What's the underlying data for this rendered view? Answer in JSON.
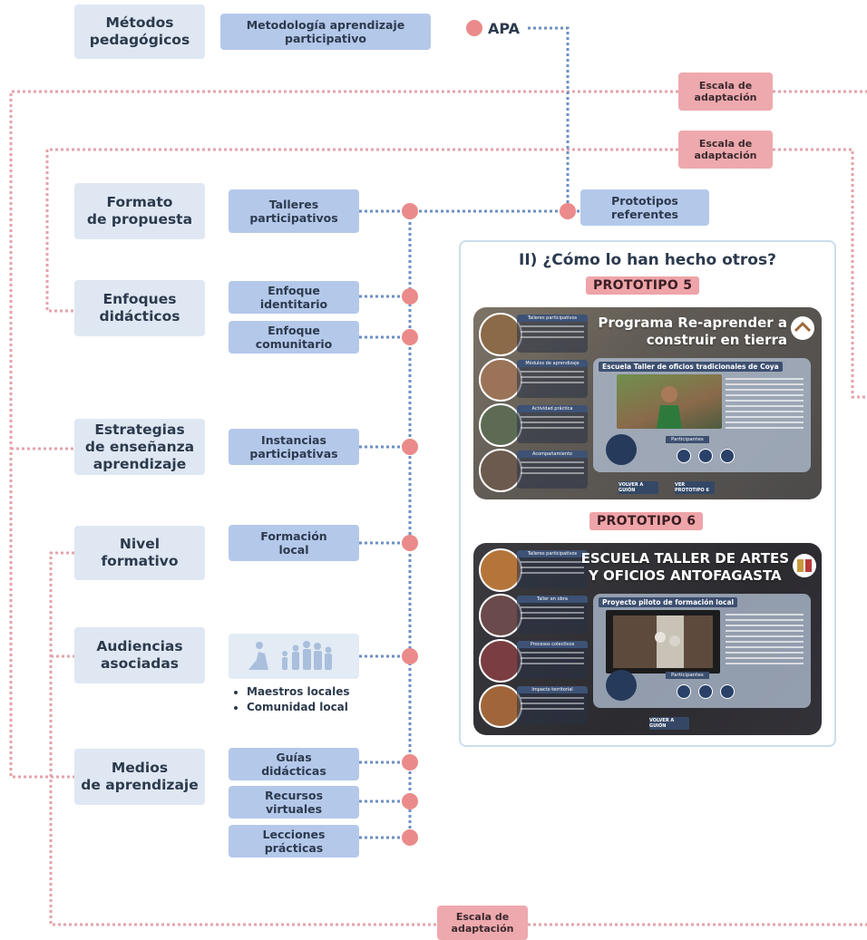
{
  "top": {
    "category": "Métodos\npedagógicos",
    "method": "Metodología aprendizaje\nparticipativo",
    "apa": "APA"
  },
  "scale_labels": [
    "Escala de\nadaptación",
    "Escala de\nadaptación",
    "Escala de\nadaptación"
  ],
  "categories": {
    "formato": "Formato\nde propuesta",
    "enfoques": "Enfoques\ndidácticos",
    "estrategias": "Estrategias\nde enseñanza\naprendizaje",
    "nivel": "Nivel\nformativo",
    "audiencias": "Audiencias\nasociadas",
    "medios": "Medios\nde aprendizaje"
  },
  "subs": {
    "talleres": "Talleres\nparticipativos",
    "identitario": "Enfoque\nidentitario",
    "comunitario": "Enfoque\ncomunitario",
    "instancias": "Instancias\nparticipativas",
    "formacion": "Formación\nlocal",
    "guias": "Guías\ndidácticas",
    "recursos": "Recursos\nvirtuales",
    "lecciones": "Lecciones\nprácticas"
  },
  "prototipos_referentes": "Prototipos\nreferentes",
  "audiences": [
    "Maestros locales",
    "Comunidad local"
  ],
  "panel": {
    "title": "II) ¿Cómo lo han hecho otros?",
    "proto5": {
      "tag": "PROTOTIPO 5",
      "title": "Programa Re-aprender a\nconstruir en tierra",
      "inner_heading": "Escuela Taller de oficios tradicionales de Coya",
      "sides": [
        "Talleres participativos",
        "Módulos de aprendizaje",
        "Actividad práctica",
        "Acompañamiento"
      ],
      "participants_label": "Participantes",
      "buttons": [
        "VOLVER A GUIÓN",
        "VER PROTOTIPO 6"
      ]
    },
    "proto6": {
      "tag": "PROTOTIPO 6",
      "title": "ESCUELA TALLER DE ARTES\nY OFICIOS ANTOFAGASTA",
      "inner_heading": "Proyecto piloto de formación local",
      "sides": [
        "Talleres participativos",
        "Taller en obra",
        "Procesos colectivos",
        "Impacto territorial"
      ],
      "participants_label": "Participantes",
      "buttons": [
        "VOLVER A GUIÓN"
      ]
    }
  },
  "colors": {
    "category_bg": "#dfe7f3",
    "sub_bg": "#b4c8ea",
    "pink": "#eea9ae",
    "dot": "#eb8a8a",
    "blue_line": "#6d8fc4",
    "pink_line": "#e3a3ab"
  }
}
